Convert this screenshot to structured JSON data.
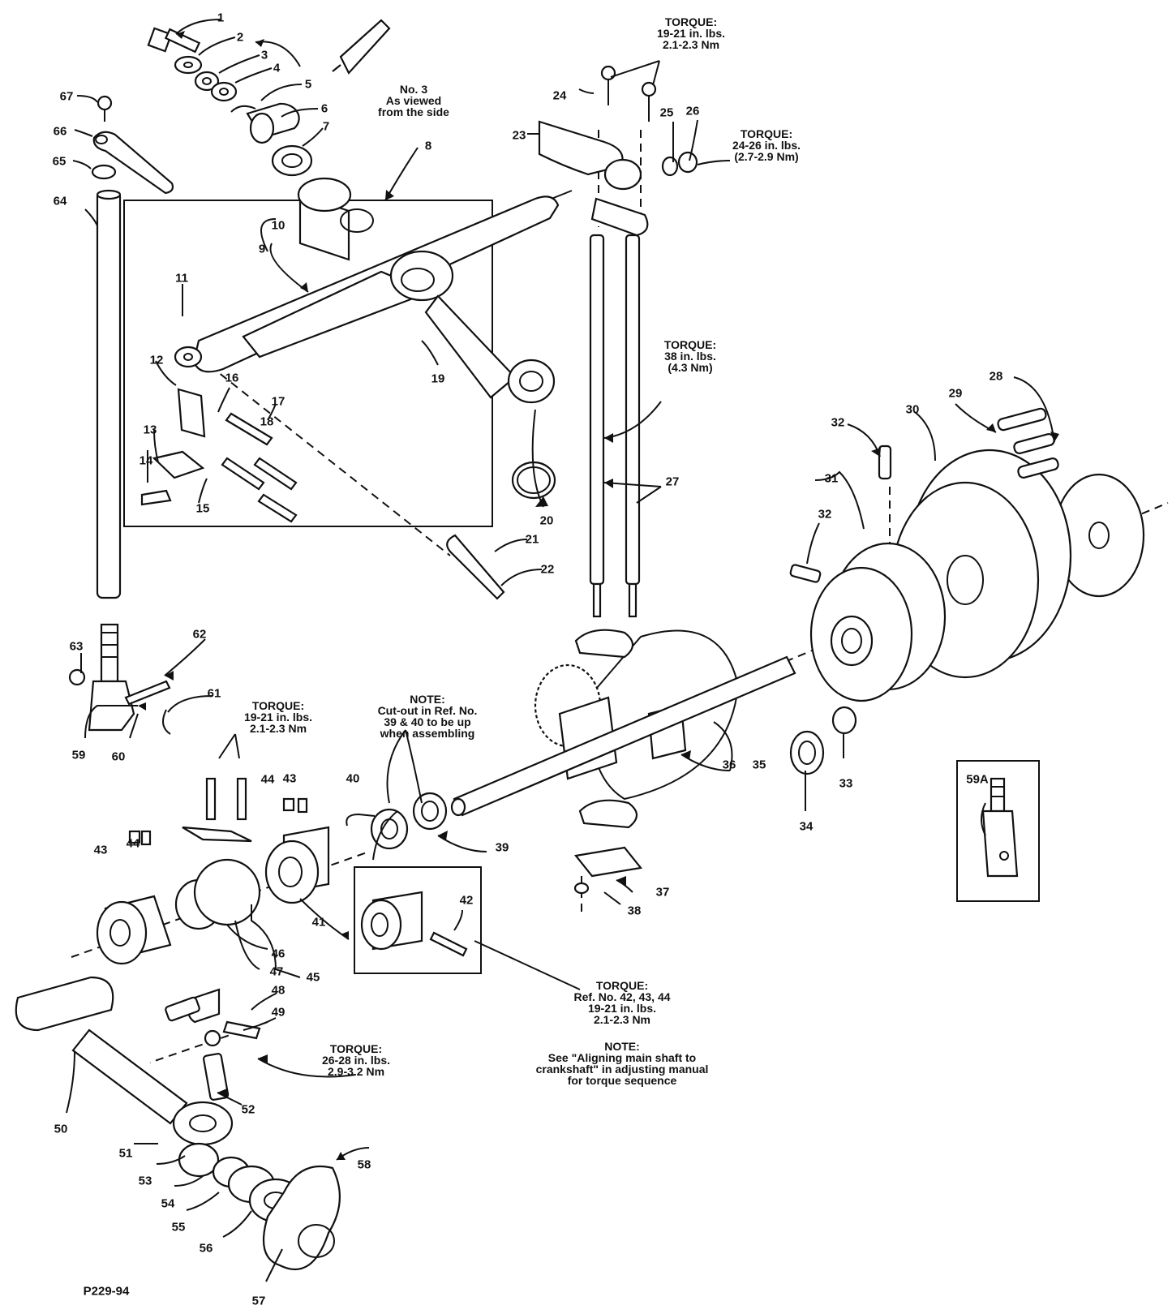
{
  "labels": [
    "1",
    "2",
    "3",
    "4",
    "5",
    "6",
    "7",
    "8",
    "9",
    "10",
    "11",
    "12",
    "13",
    "14",
    "15",
    "16",
    "17",
    "18",
    "19",
    "20",
    "21",
    "22",
    "23",
    "24",
    "25",
    "26",
    "27",
    "28",
    "29",
    "30",
    "31",
    "32",
    "32",
    "33",
    "34",
    "35",
    "36",
    "37",
    "38",
    "39",
    "40",
    "41",
    "42",
    "43",
    "44",
    "43",
    "44",
    "45",
    "46",
    "47",
    "48",
    "49",
    "50",
    "51",
    "52",
    "53",
    "54",
    "55",
    "56",
    "57",
    "58",
    "59",
    "60",
    "61",
    "62",
    "63",
    "64",
    "65",
    "66",
    "67",
    "59A"
  ],
  "figure_code": "P229-94",
  "notes": {
    "side_view": [
      "No. 3",
      "As viewed",
      "from the side"
    ],
    "torque_top": [
      "TORQUE:",
      "19-21 in. lbs.",
      "2.1-2.3 Nm"
    ],
    "torque_right": [
      "TORQUE:",
      "24-26 in. lbs.",
      "(2.7-2.9 Nm)"
    ],
    "torque_rods": [
      "TORQUE:",
      "38 in. lbs.",
      "(4.3 Nm)"
    ],
    "torque_left": [
      "TORQUE:",
      "19-21 in. lbs.",
      "2.1-2.3 Nm"
    ],
    "note_cutout": [
      "NOTE:",
      "Cut-out in Ref. No.",
      "39 & 40 to be up",
      "when assembling"
    ],
    "torque_bottom": [
      "TORQUE:",
      "26-28 in. lbs.",
      "2.9-3.2 Nm"
    ],
    "torque_ref": [
      "TORQUE:",
      "Ref. No. 42, 43, 44",
      "19-21 in. lbs.",
      "2.1-2.3 Nm"
    ],
    "note_align": [
      "NOTE:",
      "See \"Aligning main shaft to",
      "crankshaft\" in adjusting manual",
      "for torque sequence"
    ]
  }
}
